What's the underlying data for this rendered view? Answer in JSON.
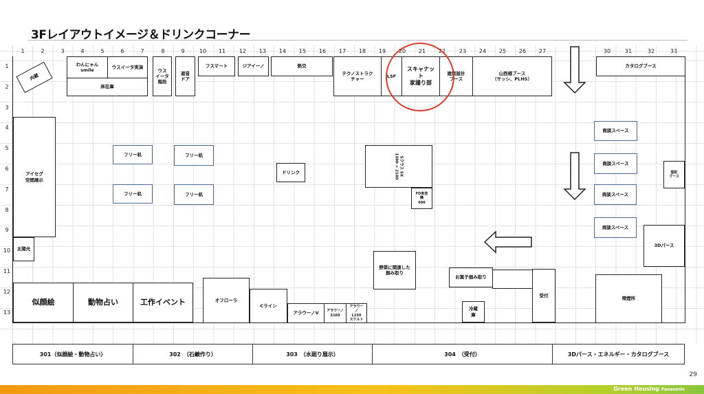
{
  "title": "3Fレイアウトイメージ＆ドリンクコーナー",
  "column_labels": [
    "1",
    "2",
    "3",
    "4",
    "5",
    "6",
    "7",
    "8",
    "9",
    "10",
    "11",
    "12",
    "13",
    "14",
    "15",
    "16",
    "17",
    "18",
    "19",
    "20",
    "21",
    "22",
    "23",
    "24",
    "25",
    "26",
    "27",
    "30",
    "31",
    "32",
    "33"
  ],
  "row_labels": [
    "1",
    "2",
    "3",
    "4",
    "5",
    "6",
    "7",
    "8",
    "9",
    "10",
    "11",
    "12",
    "13"
  ],
  "rooms": {
    "naizo": "内蔵",
    "wannyan": "わんにゃん\nsmile",
    "usuita_demo": "ウスイータ実演",
    "yuka_zaiko": "床在庫",
    "usuita_kaidan": "ウス\nイータ\n階段",
    "shaon_door": "遮音\nドア",
    "fusumart": "フスマート",
    "ziaino": "ジアイーノ",
    "netsuko": "熱交",
    "technostructure": "テクノストラク\nチャー",
    "lsf": "LSF",
    "scannat": "スキャナッ\nト\n家撮り部",
    "kenchiku": "建築設計\nブース",
    "yamanishi": "山西様ブース\n（サッシ、PLHS）",
    "catalog": "カタログブース",
    "aiseg": "アイセグ\n空間展示",
    "taiyoko": "太陽光",
    "free_desk": "フリー机",
    "drink": "ドリンク",
    "s_class": "Sクラス SX\n1300 × 2100",
    "fd": "FD食洗\n機\n600",
    "shodan": "商談スペース",
    "kobetsu": "個別\nブース",
    "parse3d": "3Dパース",
    "yasai": "野菜に関連した\n掴み取り",
    "okashi": "お菓子掴み取り",
    "uketsuke": "受付",
    "reizoko": "冷蔵\n庫",
    "kitsuen": "喫煙所",
    "nigaoe": "似顔絵",
    "dobutsu": "動物占い",
    "kosaku": "工作イベント",
    "oflora": "オフローラ",
    "c_line": "Cライン",
    "alaw_v": "アラウーノV",
    "alaw_s160": "アラウーノ\nS160",
    "alaw_l150": "アラウー\nノ\nL150\nスケルト"
  },
  "bottom_zones": [
    "301（似顔絵・動物占い）",
    "302　（石鹸作り）",
    "303　（水廻り展示）",
    "304　（受付）",
    "3Dパース・エネルギー・カタログブース"
  ],
  "page_number": "29",
  "footer": {
    "brand": "Green Housing",
    "company": "Panasonic"
  },
  "colors": {
    "highlight_circle": "#e03a2a",
    "footer_start": "#f29a12",
    "footer_end": "#8bc53f"
  }
}
